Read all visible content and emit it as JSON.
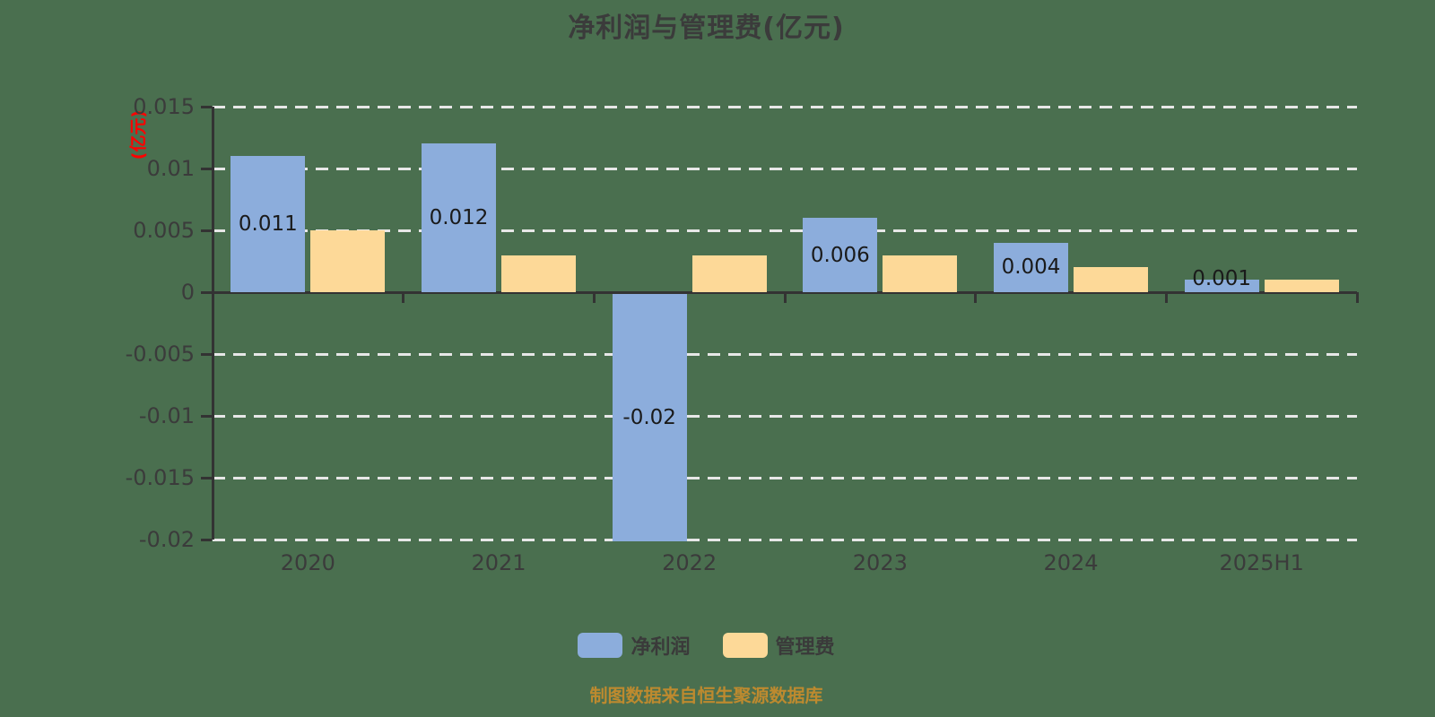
{
  "title": "净利润与管理费(亿元)",
  "y_unit_label": "(亿元)",
  "footer_note": "制图数据来自恒生聚源数据库",
  "colors": {
    "background": "#4A6F4F",
    "net_profit": "#8CADDC",
    "mgmt_fee": "#FDD998",
    "axis": "#333333",
    "grid": "#E7E7E7",
    "tick_text": "#3B3B3B",
    "unit_label": "#FF0000",
    "footer_text": "#BD8A2F"
  },
  "chart_data": {
    "type": "bar",
    "title": "净利润与管理费(亿元)",
    "ylabel": "(亿元)",
    "categories": [
      "2020",
      "2021",
      "2022",
      "2023",
      "2024",
      "2025H1"
    ],
    "series": [
      {
        "key": "net-profit",
        "name": "净利润",
        "color": "#8CADDC",
        "values": [
          0.011,
          0.012,
          -0.02,
          0.006,
          0.004,
          0.001
        ],
        "data_labels": [
          "0.011",
          "0.012",
          "-0.02",
          "0.006",
          "0.004",
          "0.001"
        ]
      },
      {
        "key": "mgmt-fee",
        "name": "管理费",
        "color": "#FDD998",
        "values": [
          0.005,
          0.003,
          0.003,
          0.003,
          0.002,
          0.001
        ],
        "data_labels": []
      }
    ],
    "ylim": [
      -0.02,
      0.015
    ],
    "ytick_step": 0.005,
    "ytick_labels": [
      "0.015",
      "0.01",
      "0.005",
      "0",
      "-0.005",
      "-0.01",
      "-0.015",
      "-0.02"
    ],
    "grid": "horizontal-dashed-white",
    "legend_position": "bottom-center"
  },
  "legend": {
    "items": [
      {
        "label": "净利润",
        "color": "#8CADDC"
      },
      {
        "label": "管理费",
        "color": "#FDD998"
      }
    ]
  }
}
